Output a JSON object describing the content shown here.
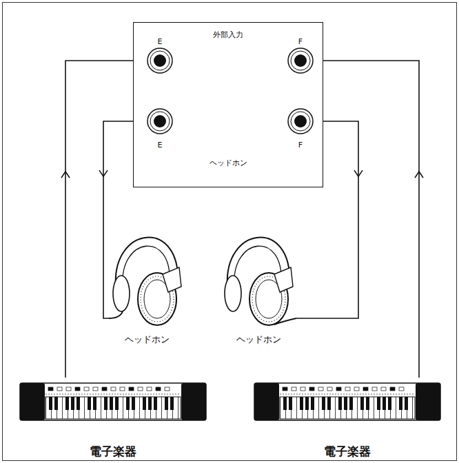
{
  "diagram": {
    "nodes": [
      {
        "text": [
          "外部入力",
          "ヘッドホン"
        ]
      },
      {
        "text": [
          "E"
        ],
        "in": 0
      },
      {
        "text": [
          "F"
        ],
        "in": 0
      },
      {
        "text": [
          "E"
        ],
        "in": 0
      },
      {
        "text": [
          "F"
        ],
        "in": 0
      },
      {
        "text": [
          "ヘッドホン"
        ]
      },
      {
        "text": [
          "ヘッドホン"
        ]
      },
      {
        "text": [
          "電子楽器"
        ]
      },
      {
        "text": [
          "電子楽器"
        ]
      }
    ],
    "edges": [
      {
        "from": 7,
        "to": 1,
        "arrow": "to"
      },
      {
        "from": 3,
        "to": 5,
        "arrow": "to"
      },
      {
        "from": 4,
        "to": 6,
        "arrow": "to"
      },
      {
        "from": 8,
        "to": 2,
        "arrow": "to"
      }
    ]
  }
}
